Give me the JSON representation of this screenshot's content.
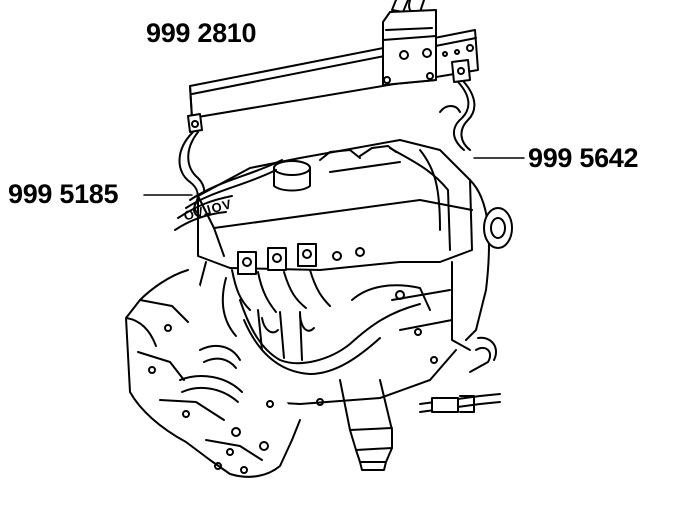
{
  "labels": {
    "lifting_beam": "999 2810",
    "left_hook": "999 5185",
    "right_hook": "999 5642"
  },
  "engine": {
    "badge": "VOLVO"
  },
  "colors": {
    "line": "#000000",
    "background": "#ffffff",
    "shade": "#e6e6e6"
  }
}
